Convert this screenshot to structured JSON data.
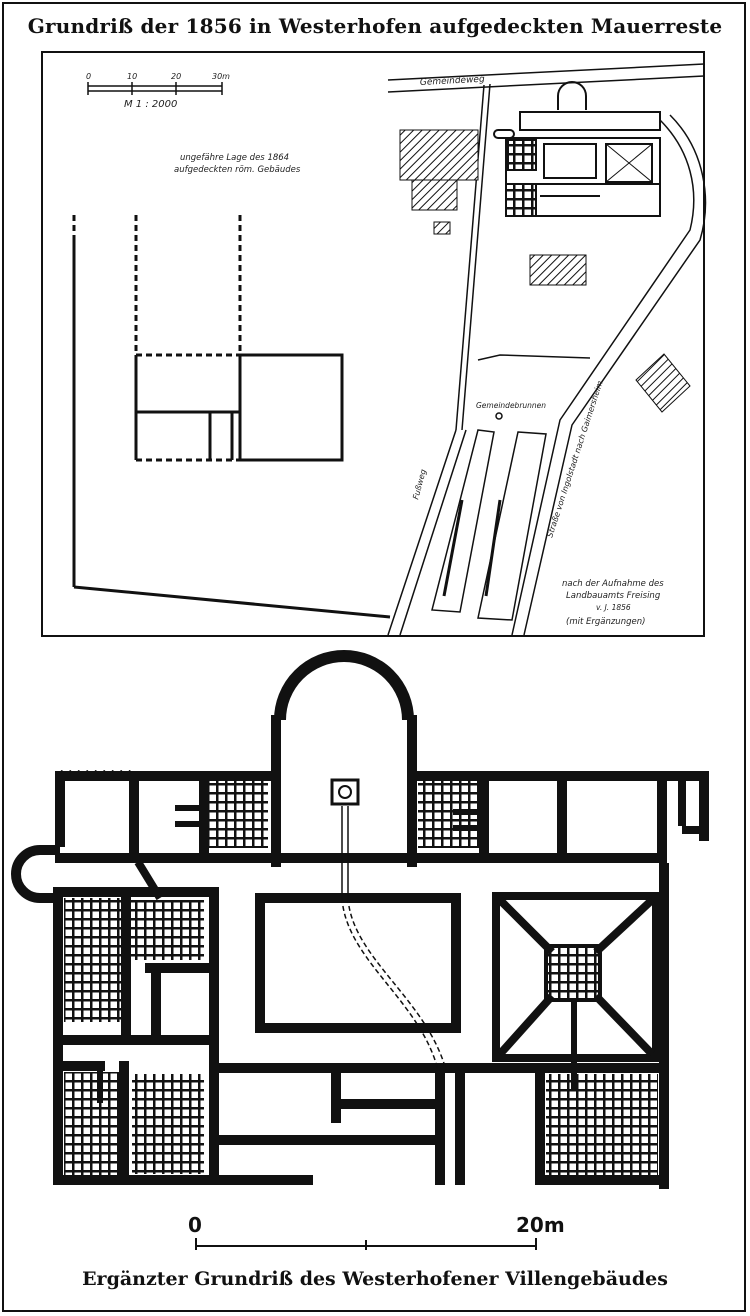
{
  "title": "Grundriß der 1856 in Westerhofen aufgedeckten Mauerreste",
  "caption": "Ergänzter Grundriß des Westerhofener Villengebäudes",
  "site_plan": {
    "scale_ticks": [
      "0",
      "10",
      "20",
      "30m"
    ],
    "scale_ratio": "M 1 : 2000",
    "building_1864_label_line1": "ungefähre Lage des 1864",
    "building_1864_label_line2": "aufgedeckten röm. Gebäudes",
    "road_gemeindeweg": "Gemeindeweg",
    "well_label": "Gemeindebrunnen",
    "path_label": "Fußweg",
    "street_label": "Straße von Ingolstadt nach Gaimersheim",
    "source_line1": "nach der Aufnahme des",
    "source_line2": "Landbauamts Freising",
    "source_line3": "v. J. 1856",
    "source_line4": "(mit Ergänzungen)"
  },
  "villa_plan": {
    "scale_start": "0",
    "scale_end": "20m"
  },
  "colors": {
    "ink": "#111111",
    "paper": "#ffffff"
  }
}
